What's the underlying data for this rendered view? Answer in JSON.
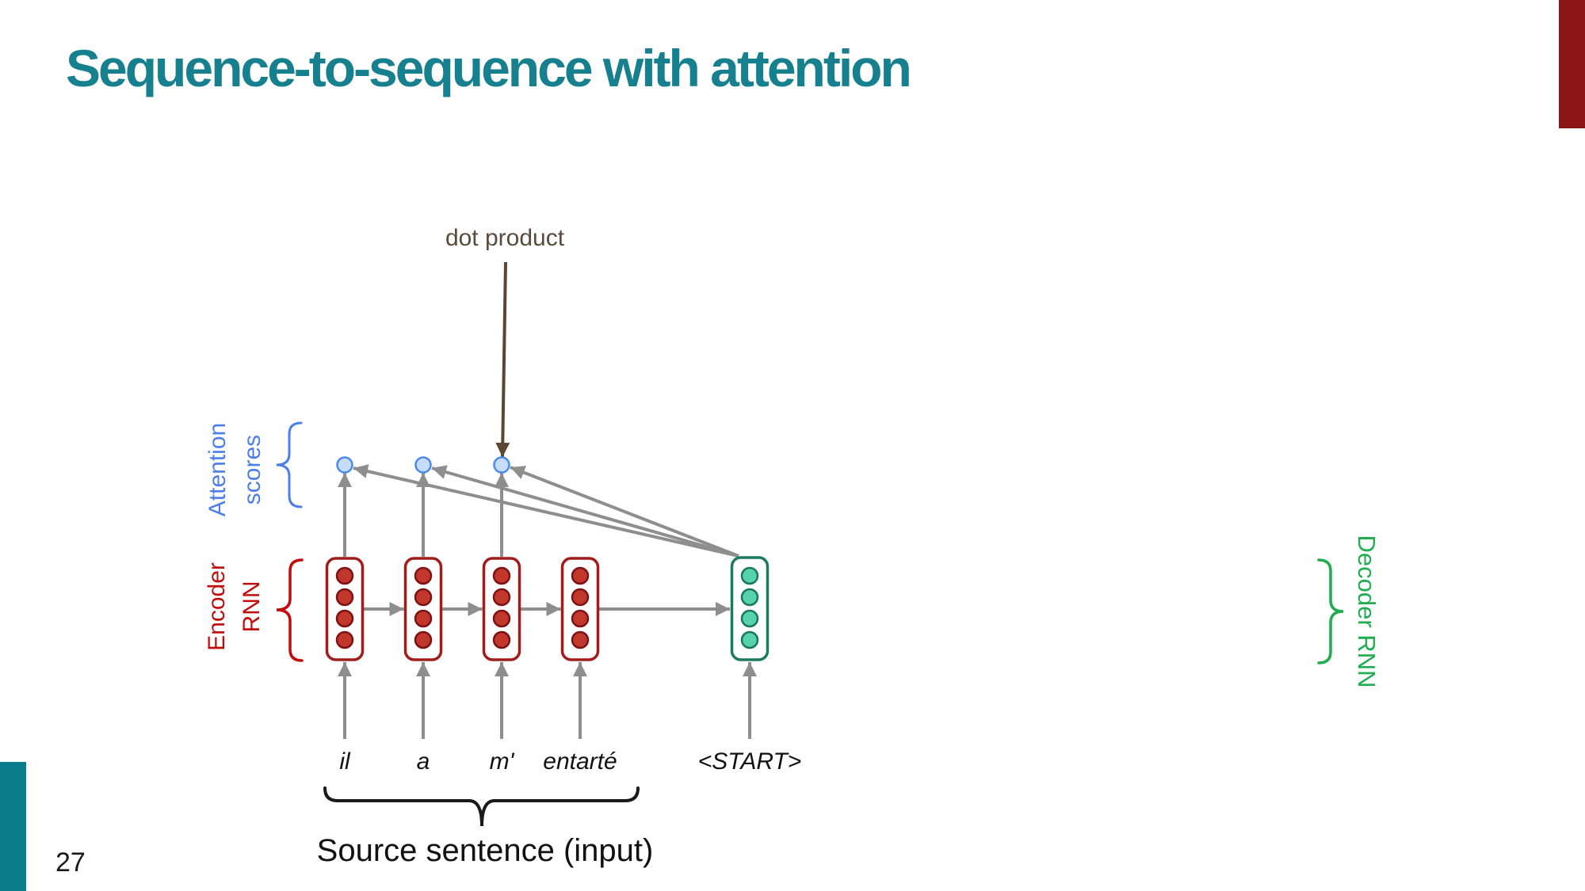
{
  "slide": {
    "title": "Sequence-to-sequence with attention",
    "page_number": "27"
  },
  "colors": {
    "title_teal": "#16808F",
    "corner_red": "#8C1515",
    "sidebar_teal": "#0A7C8B",
    "attention_blue": "#4D7FE8",
    "encoder_red": "#C00C0C",
    "decoder_green": "#1FAD4F",
    "arrow_gray": "#8E8E8E",
    "dot_product_brown": "#5A4632",
    "encoder_box_border": "#A21C1C",
    "encoder_cell_fill": "#C2372C",
    "decoder_box_border": "#1C7A5E",
    "decoder_cell_fill": "#57D3AC",
    "attention_dot_fill": "#C7DCF8",
    "attention_dot_border": "#4B8BEA"
  },
  "diagram": {
    "dot_product_label": "dot product",
    "attention_label": {
      "line1": "Attention",
      "line2": "scores"
    },
    "encoder_label": {
      "line1": "Encoder",
      "line2": "RNN"
    },
    "decoder_label": "Decoder RNN",
    "source_words": [
      "il",
      "a",
      "m'",
      "entarté",
      "<START>"
    ],
    "source_sentence_label": "Source sentence (input)"
  }
}
